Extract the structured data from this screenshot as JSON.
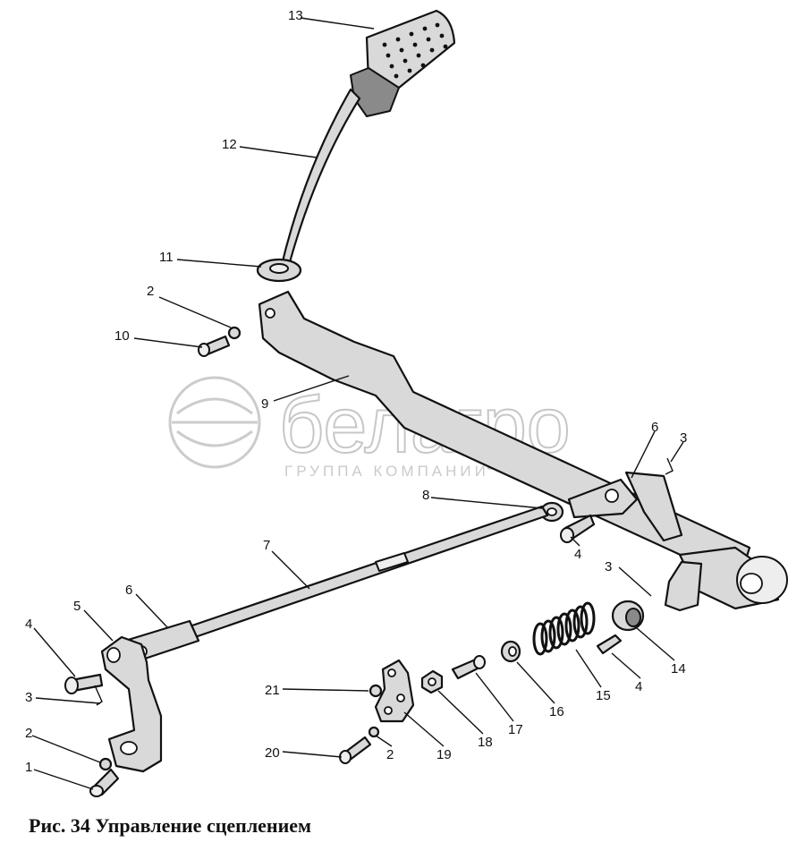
{
  "figure": {
    "caption": "Рис. 34 Управление сцеплением"
  },
  "watermark": {
    "brand": "белагро",
    "tagline": "ГРУППА КОМПАНИИ"
  },
  "callouts": [
    {
      "num": "1"
    },
    {
      "num": "2"
    },
    {
      "num": "3"
    },
    {
      "num": "4"
    },
    {
      "num": "5"
    },
    {
      "num": "6"
    },
    {
      "num": "7"
    },
    {
      "num": "8"
    },
    {
      "num": "9"
    },
    {
      "num": "10"
    },
    {
      "num": "11"
    },
    {
      "num": "12"
    },
    {
      "num": "13"
    },
    {
      "num": "14"
    },
    {
      "num": "15"
    },
    {
      "num": "16"
    },
    {
      "num": "17"
    },
    {
      "num": "18"
    },
    {
      "num": "19"
    },
    {
      "num": "20"
    },
    {
      "num": "21"
    }
  ],
  "colors": {
    "line": "#111111",
    "metal": "#d9d9d9",
    "watermark": "#9a9a9a"
  }
}
